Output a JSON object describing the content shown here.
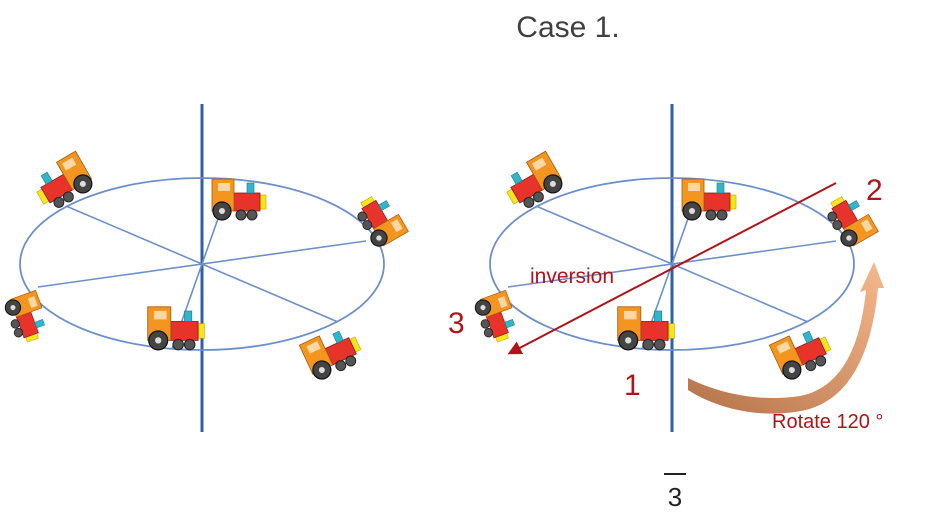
{
  "title": "Case 1.",
  "annotations": {
    "inversion": "inversion",
    "point_1": "1",
    "point_2": "2",
    "point_3": "3",
    "rotate": "Rotate 120 °",
    "symbol": "3"
  },
  "colors": {
    "axis": "#2f5fa6",
    "orbit": "#6d8fc9",
    "annotation_red": "#b01318",
    "arrow_start": "#b5724a",
    "arrow_end": "#f6b98c",
    "train_body": "#e8332a",
    "train_cab": "#f3951f",
    "train_front": "#f7e61b",
    "train_chimney": "#30b6c8",
    "wheel": "#444444"
  },
  "icons": [
    "toy-train-icon",
    "rotation-arrow-icon",
    "inversion-arrow-icon"
  ],
  "diagram_left": {
    "axis": "vertical",
    "trains": 6
  },
  "diagram_right": {
    "axis": "vertical",
    "trains": 6,
    "labels": [
      "1",
      "2",
      "3"
    ]
  }
}
